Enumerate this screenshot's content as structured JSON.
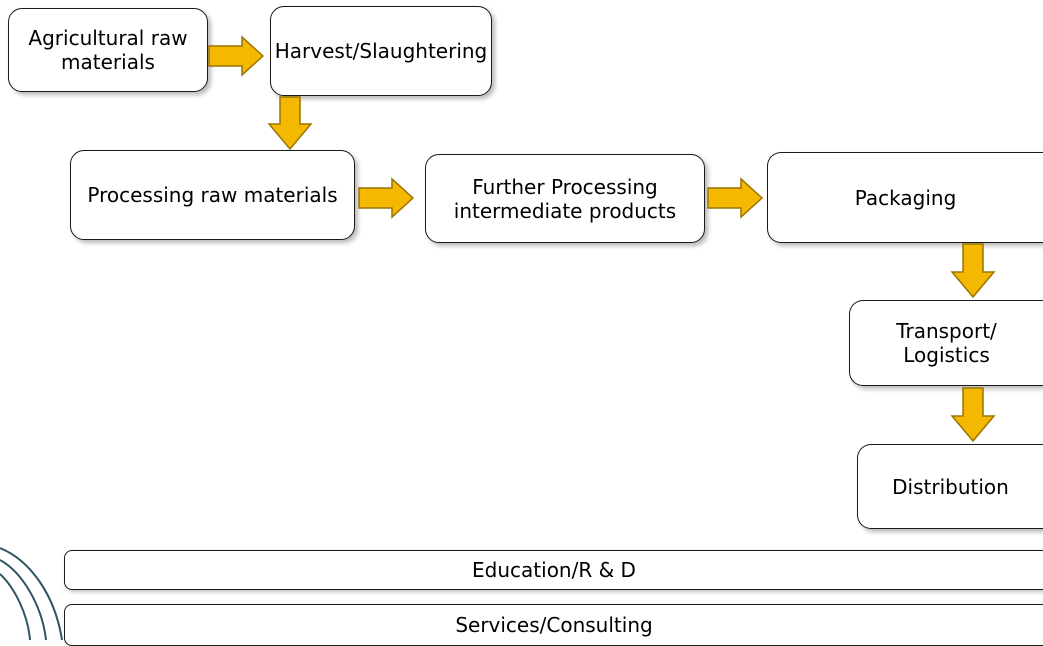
{
  "nodes": {
    "agri": [
      "Agricultural raw",
      "materials"
    ],
    "harvest": [
      "Harvest/Slaughtering"
    ],
    "processing": [
      "Processing raw materials"
    ],
    "further": [
      "Further Processing",
      "intermediate products"
    ],
    "packaging": [
      "Packaging"
    ],
    "transport": [
      "Transport/",
      "Logistics"
    ],
    "distribution": [
      "Distribution"
    ]
  },
  "bands": {
    "education": "Education/R & D",
    "services": "Services/Consulting"
  },
  "colors": {
    "arrow_fill": "#F5B800",
    "arrow_stroke": "#9A7400",
    "border": "#1a1a1a",
    "deco": "#2E5560"
  }
}
